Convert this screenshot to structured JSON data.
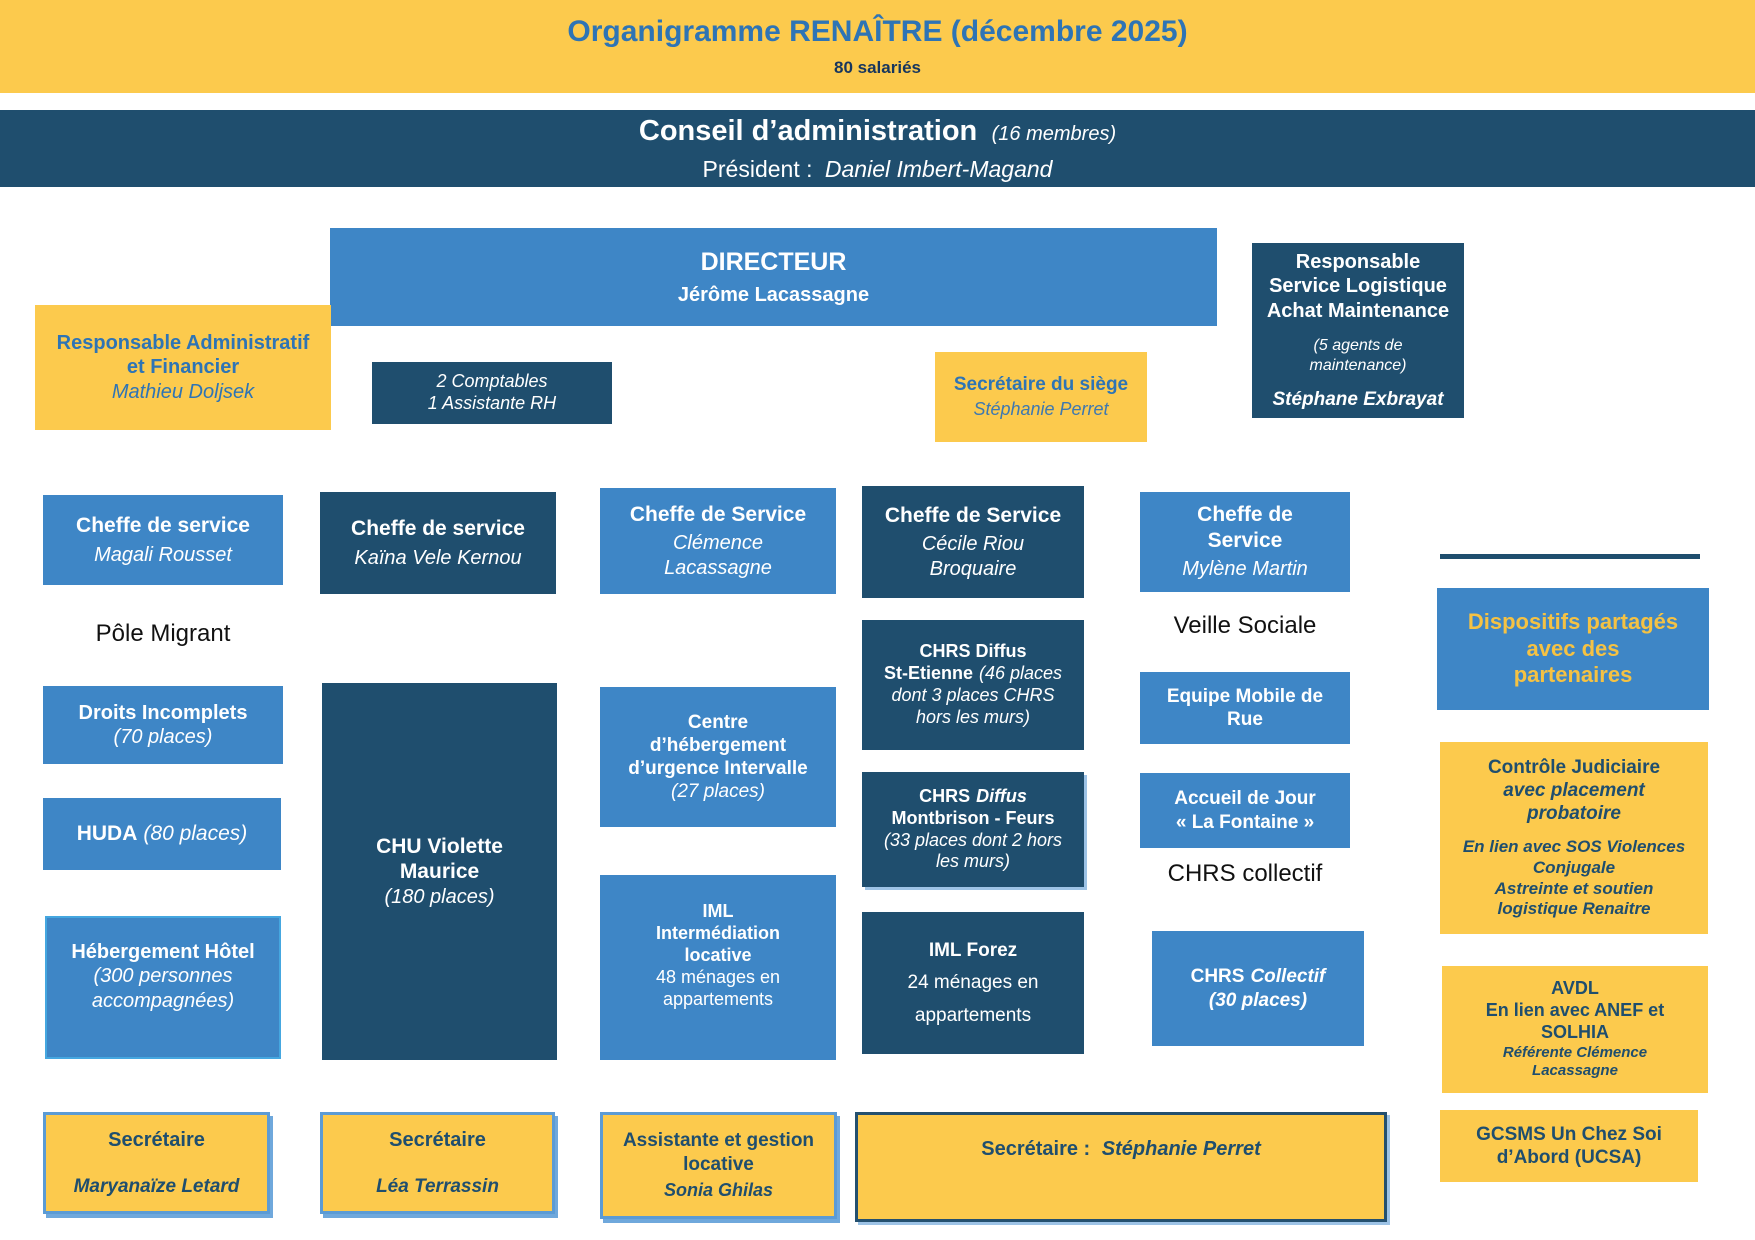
{
  "colors": {
    "yellow": "#FCCA4D",
    "navy": "#1F4E6E",
    "blue": "#3E86C6",
    "title_blue": "#2E74B5",
    "light_border": "#5B9BD5"
  },
  "banner": {
    "title": "Organigramme RENAÎTRE (décembre 2025)",
    "subtitle": "80 salariés"
  },
  "board": {
    "title": "Conseil d’administration",
    "members": "(16 membres)",
    "president_label": "Président :",
    "president_name": "Daniel Imbert-Magand"
  },
  "director": {
    "title": "DIRECTEUR",
    "name": "Jérôme Lacassagne"
  },
  "admin": {
    "resp_admin": {
      "line1": "Responsable Administratif",
      "line2": "et Financier",
      "name": "Mathieu Doljsek"
    },
    "comptables": {
      "line1": "2 Comptables",
      "line2": "1 Assistante RH"
    },
    "sec_siege": {
      "title": "Secrétaire du siège",
      "name": "Stéphanie Perret"
    },
    "logistique": {
      "line1": "Responsable",
      "line2": "Service Logistique",
      "line3": "Achat Maintenance",
      "sub1": "(5 agents de",
      "sub2": "maintenance)",
      "name": "Stéphane Exbrayat"
    }
  },
  "chiefs": [
    {
      "title": "Cheffe de service",
      "name": "Magali Rousset"
    },
    {
      "title": "Cheffe de service",
      "name": "Kaïna Vele Kernou"
    },
    {
      "title": "Cheffe de Service",
      "name": "Clémence Lacassagne"
    },
    {
      "title": "Cheffe de Service",
      "name": "Cécile Riou Broquaire"
    },
    {
      "title": "Cheffe de Service",
      "name": "Mylène Martin"
    }
  ],
  "pole_migrant": {
    "label": "Pôle Migrant",
    "droits": {
      "title": "Droits Incomplets",
      "places": "(70 places)"
    },
    "huda": {
      "title": "HUDA",
      "places": "(80 places)"
    },
    "hotel": {
      "title": "Hébergement Hôtel",
      "sub1": "(300 personnes",
      "sub2": "accompagnées)"
    },
    "secretaire": {
      "title": "Secrétaire",
      "name": "Maryanaïze Letard"
    }
  },
  "chu": {
    "line1": "CHU Violette",
    "line2": "Maurice",
    "places": "(180 places)",
    "secretaire": {
      "title": "Secrétaire",
      "name": "Léa Terrassin"
    }
  },
  "intervalle": {
    "line1": "Centre",
    "line2": "d’hébergement",
    "line3": "d’urgence Intervalle",
    "places": "(27 places)"
  },
  "iml": {
    "line1": "IML",
    "line2": "Intermédiation",
    "line3": "locative",
    "line4": "48 ménages en",
    "line5": "appartements"
  },
  "assistante": {
    "line1": "Assistante et gestion",
    "line2": "locative",
    "name": "Sonia Ghilas"
  },
  "chrs_ste": {
    "title": "CHRS Diffus",
    "name": "St-Etienne",
    "detail": "(46 places dont 3 places CHRS hors les murs)"
  },
  "chrs_mont": {
    "t1": "CHRS",
    "t2": "Diffus",
    "line2": "Montbrison - Feurs",
    "detail": "(33 places dont 2 hors les murs)"
  },
  "iml_forez": {
    "title": "IML Forez",
    "line2": "24 ménages en",
    "line3": "appartements"
  },
  "veille": {
    "label": "Veille Sociale",
    "equipe": "Equipe Mobile de Rue",
    "accueil1": "Accueil de Jour",
    "accueil2": "« La Fontaine »",
    "chrs_label": "CHRS collectif",
    "chrs1a": "CHRS",
    "chrs1b": "Collectif",
    "chrs2": "(30 places)"
  },
  "wide_sec": {
    "label": "Secrétaire :",
    "name": "Stéphanie Perret"
  },
  "sidebar": {
    "dispositifs": {
      "line1": "Dispositifs partagés",
      "line2": "avec des",
      "line3": "partenaires"
    },
    "controle": {
      "title": "Contrôle Judiciaire",
      "sub1": "avec placement",
      "sub2": "probatoire",
      "detail1": "En lien avec SOS Violences",
      "detail2": "Conjugale",
      "detail3": "Astreinte et soutien",
      "detail4": "logistique Renaitre"
    },
    "avdl": {
      "title": "AVDL",
      "line2": "En lien avec ANEF et",
      "line3": "SOLHIA",
      "ref1": "Référente Clémence",
      "ref2": "Lacassagne"
    },
    "gcsms": {
      "line1": "GCSMS Un Chez Soi",
      "line2": "d’Abord (UCSA)"
    }
  }
}
